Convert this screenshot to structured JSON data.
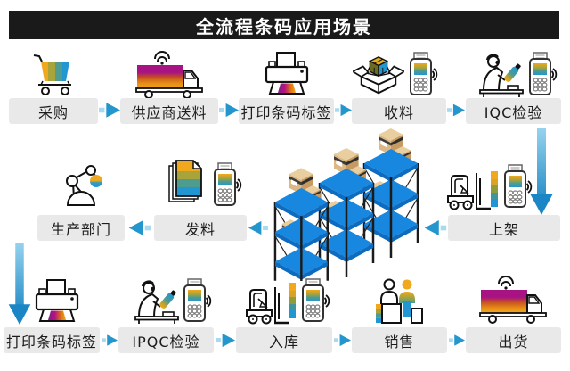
{
  "banner": {
    "title": "全流程条码应用场景"
  },
  "rows": [
    {
      "name": "inbound-flow",
      "direction": "right",
      "items": [
        {
          "label": "采购",
          "icon": "shopping-cart-icon"
        },
        {
          "label": "供应商送料",
          "icon": "delivery-truck-icon"
        },
        {
          "label": "打印条码标签",
          "icon": "barcode-printer-icon"
        },
        {
          "label": "收料",
          "icon": "open-box-scanner-icon"
        },
        {
          "label": "IQC检验",
          "icon": "inspector-scanner-icon"
        }
      ]
    },
    {
      "name": "warehouse-flow",
      "direction": "left",
      "center_illustration": "warehouse-racks",
      "items": [
        {
          "label": "生产部门",
          "icon": "robot-arm-icon"
        },
        {
          "label": "发料",
          "icon": "documents-scanner-icon"
        },
        {
          "label": "上架",
          "icon": "forklift-scanner-icon"
        }
      ]
    },
    {
      "name": "outbound-flow",
      "direction": "right",
      "items": [
        {
          "label": "打印条码标签",
          "icon": "barcode-printer-icon"
        },
        {
          "label": "IPQC检验",
          "icon": "inspector-scanner-icon"
        },
        {
          "label": "入库",
          "icon": "forklift-scanner-icon"
        },
        {
          "label": "销售",
          "icon": "sales-counter-icon"
        },
        {
          "label": "出货",
          "icon": "delivery-truck-icon"
        }
      ]
    }
  ],
  "colors": {
    "banner_bg": "#1A1A1A",
    "pill_bg": "#E9E9E9",
    "arrow_blue": "#2496CE",
    "arrow_blue_light": "#A9D9EF",
    "stripe_amber": "#F0A81E",
    "stripe_olive": "#A8A43A",
    "stripe_teal": "#4E9B8F",
    "stripe_blue": "#2196D3",
    "stripe_magenta": "#A81383",
    "rack_blue": "#1787E0",
    "carton_tan": "#DDB884"
  }
}
